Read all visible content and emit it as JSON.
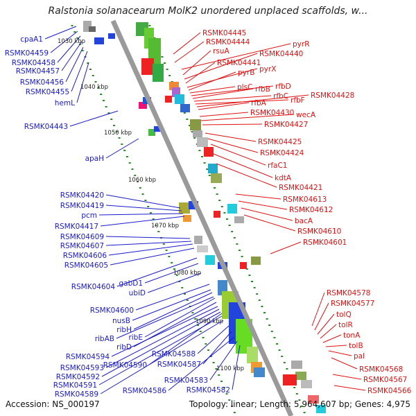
{
  "title": "Ralstonia solanacearum MolK2 unordered unplaced scaffolds, w...",
  "footer": {
    "accession": "Accession: NS_000197",
    "summary": "Topology: linear; Length: 5,964,607 bp; Genes: 4,975"
  },
  "colors": {
    "left_labels": "#1a1acc",
    "right_labels": "#e01010",
    "backbone": "#999999",
    "ticks": "#2a8a2a"
  },
  "scale_labels": [
    "1030 kbp",
    "1040 kbp",
    "1050 kbp",
    "1060 kbp",
    "1070 kbp",
    "1080 kbp",
    "1090 kbp",
    "1100 kbp"
  ],
  "left_genes": [
    "cpaA1",
    "RSMK04459",
    "RSMK04458",
    "RSMK04457",
    "RSMK04456",
    "RSMK04455",
    "hemL",
    "RSMK04443",
    "apaH",
    "RSMK04420",
    "RSMK04419",
    "pcm",
    "RSMK04417",
    "RSMK04609",
    "RSMK04607",
    "RSMK04606",
    "RSMK04605",
    "RSMK04604",
    "gabD1",
    "ubiD",
    "RSMK04600",
    "nusB",
    "ribH",
    "ribAB",
    "ribE",
    "ribD",
    "RSMK04594",
    "RSMK04593",
    "RSMK04590",
    "RSMK04592",
    "RSMK04591",
    "RSMK04589",
    "RSMK04588",
    "RSMK04587",
    "RSMK04586",
    "RSMK04583",
    "RSMK04582"
  ],
  "right_genes": [
    "RSMK04445",
    "RSMK04444",
    "pyrR",
    "rsuA",
    "RSMK04440",
    "RSMK04441",
    "pyrX",
    "pyrB",
    "plsC",
    "rfbD",
    "rfbB",
    "rfbC",
    "rfbF",
    "RSMK04428",
    "rfbA",
    "RSMK04430",
    "wecA",
    "RSMK04427",
    "RSMK04425",
    "RSMK04424",
    "rfaC1",
    "kdtA",
    "RSMK04421",
    "RSMK04613",
    "RSMK04612",
    "bacA",
    "RSMK04610",
    "RSMK04601",
    "RSMK04578",
    "RSMK04577",
    "tolQ",
    "tolR",
    "tonA",
    "tolB",
    "pal",
    "RSMK04568",
    "RSMK04567",
    "RSMK04566"
  ]
}
